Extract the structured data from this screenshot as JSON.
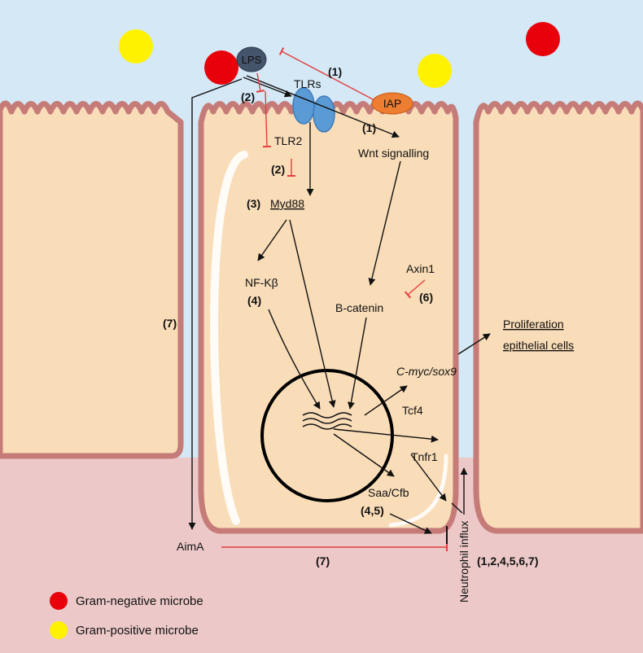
{
  "labels": {
    "lps": "LPS",
    "tlrs": "TLRs",
    "iap": "IAP",
    "tlr2": "TLR2",
    "wnt": "Wnt signalling",
    "myd88": "Myd88",
    "nfkb": "NF-Kβ",
    "axin1": "Axin1",
    "bcatenin": "B-catenin",
    "prolif1": "Proliferation",
    "prolif2": "epithelial cells",
    "cmyc": "C-myc/sox9",
    "tcf4": "Tcf4",
    "tnfr1": "Tnfr1",
    "saa": "Saa/Cfb",
    "aima": "AimA",
    "neutrophil": "Neutrophil influx"
  },
  "steps": {
    "s1_top": "(1)",
    "s1_wnt": "(1)",
    "s2_top": "(2)",
    "s2_mid": "(2)",
    "s3": "(3)",
    "s4": "(4)",
    "s45": "(4,5)",
    "s6": "(6)",
    "s7_left": "(7)",
    "s7_bottom": "(7)",
    "all": "(1,2,4,5,6,7)"
  },
  "legend": {
    "gram_negative": "Gram-negative microbe",
    "gram_positive": "Gram-positive microbe"
  },
  "colors": {
    "lumen": "#d4e8f5",
    "lamina": "#ecc8c8",
    "cytoplasm": "#f9dcb8",
    "membrane": "#c57b78",
    "gram_negative": "#e8000b",
    "gram_positive": "#fff200",
    "tlr": "#5b9bd5",
    "lps": "#44546a",
    "iap": "#ed7d31",
    "inhibition": "#e04040"
  }
}
